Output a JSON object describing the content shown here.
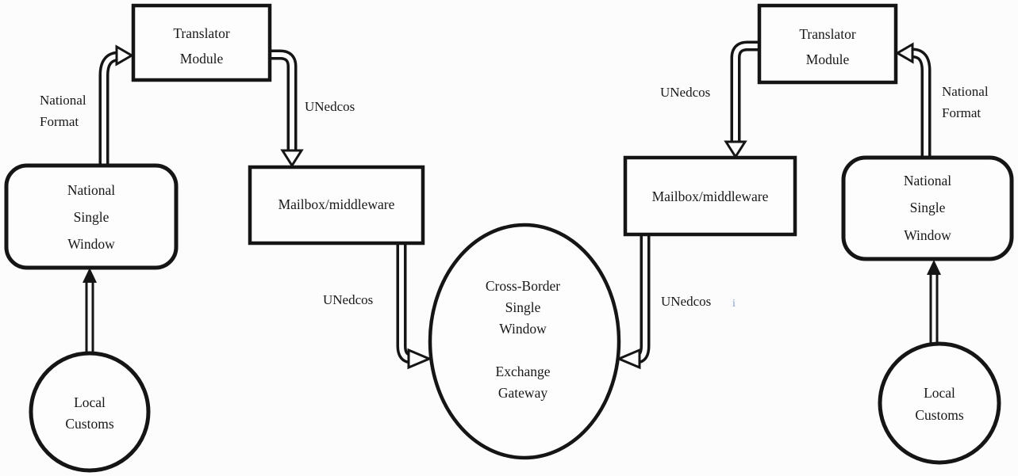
{
  "colors": {
    "ink": "#151515",
    "background": "#fcfcfc",
    "node_fill": "#fdfdfd",
    "stray_blue": "#7e9ed6"
  },
  "nodes": {
    "translator_left": {
      "lines": [
        "Translator",
        "Module"
      ]
    },
    "nsw_left": {
      "lines": [
        "National",
        "Single",
        "Window"
      ]
    },
    "mailbox_left": {
      "label": "Mailbox/middleware"
    },
    "customs_left": {
      "lines": [
        "Local",
        "Customs"
      ]
    },
    "gateway": {
      "lines": [
        "Cross-Border",
        "Single",
        "Window",
        "Exchange",
        "Gateway"
      ]
    },
    "translator_right": {
      "lines": [
        "Translator",
        "Module"
      ]
    },
    "nsw_right": {
      "lines": [
        "National",
        "Single",
        "Window"
      ]
    },
    "mailbox_right": {
      "label": "Mailbox/middleware"
    },
    "customs_right": {
      "lines": [
        "Local",
        "Customs"
      ]
    }
  },
  "labels": {
    "left_national_format": {
      "lines": [
        "National",
        "Format"
      ]
    },
    "left_unedcos_top": {
      "text": "UNedcos"
    },
    "left_unedcos_bottom": {
      "text": "UNedcos"
    },
    "right_unedcos_top": {
      "text": "UNedcos"
    },
    "right_national_format": {
      "lines": [
        "National",
        "Format"
      ]
    },
    "right_unedcos_bottom": {
      "text": "UNedcos"
    },
    "stray_blue_mark": {
      "text": "i"
    }
  },
  "edges": [
    {
      "from": "local-customs-left",
      "to": "national-single-window-left",
      "label": ""
    },
    {
      "from": "national-single-window-left",
      "to": "translator-module-left",
      "label": "National Format"
    },
    {
      "from": "translator-module-left",
      "to": "mailbox-middleware-left",
      "label": "UNedcos"
    },
    {
      "from": "mailbox-middleware-left",
      "to": "cross-border-exchange-gateway",
      "label": "UNedcos"
    },
    {
      "from": "local-customs-right",
      "to": "national-single-window-right",
      "label": ""
    },
    {
      "from": "national-single-window-right",
      "to": "translator-module-right",
      "label": "National Format"
    },
    {
      "from": "translator-module-right",
      "to": "mailbox-middleware-right",
      "label": "UNedcos"
    },
    {
      "from": "mailbox-middleware-right",
      "to": "cross-border-exchange-gateway",
      "label": "UNedcos"
    }
  ]
}
